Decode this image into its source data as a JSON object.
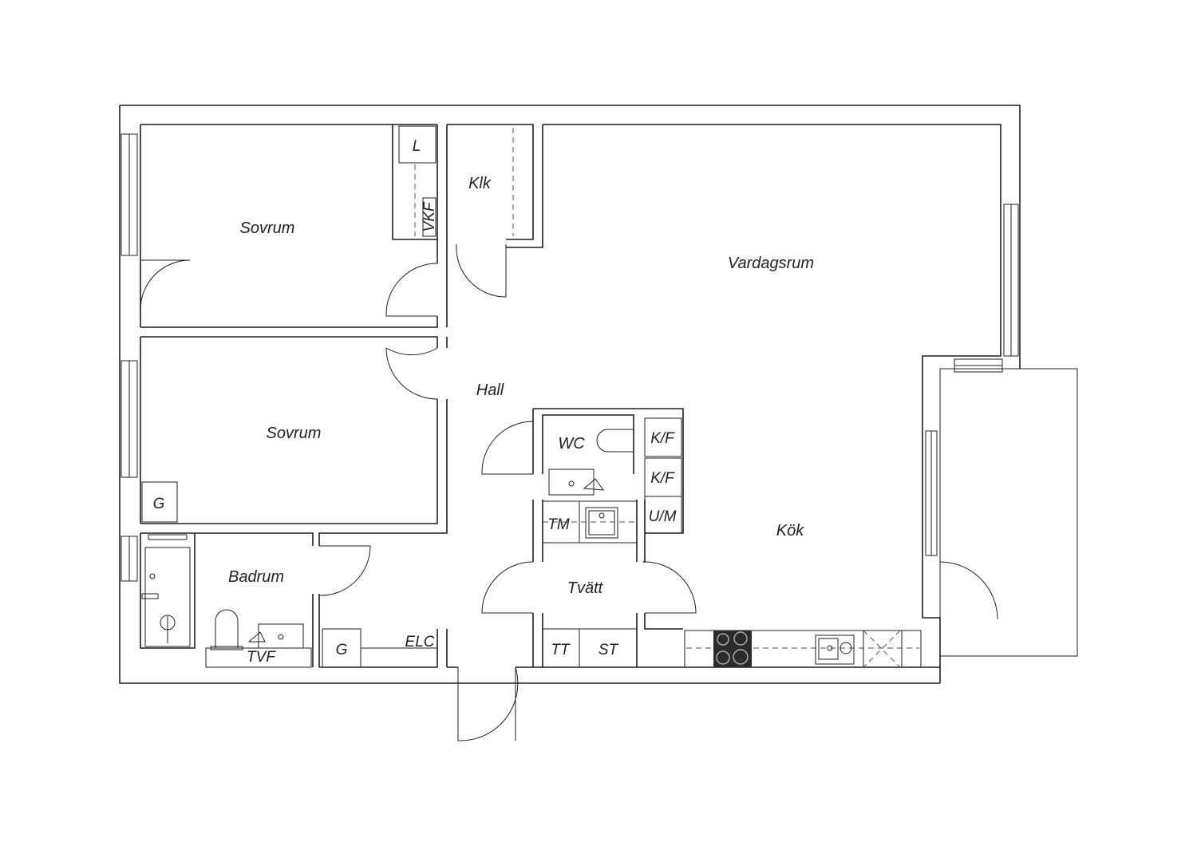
{
  "colors": {
    "line": "#1f1f1f",
    "background": "#ffffff",
    "cooktop": "#2b2b2b"
  },
  "rooms": {
    "sovrum_1": "Sovrum",
    "sovrum_2": "Sovrum",
    "klk": "Klk",
    "vardagsrum": "Vardagsrum",
    "hall": "Hall",
    "wc": "WC",
    "badrum": "Badrum",
    "tvatt": "Tvätt",
    "kok": "Kök"
  },
  "fixtures": {
    "l": "L",
    "vkf": "VKF",
    "g_sovrum": "G",
    "g_hall": "G",
    "elc": "ELC",
    "tvf": "TVF",
    "kf_1": "K/F",
    "kf_2": "K/F",
    "um": "U/M",
    "tm": "TM",
    "tt": "TT",
    "st": "ST"
  }
}
